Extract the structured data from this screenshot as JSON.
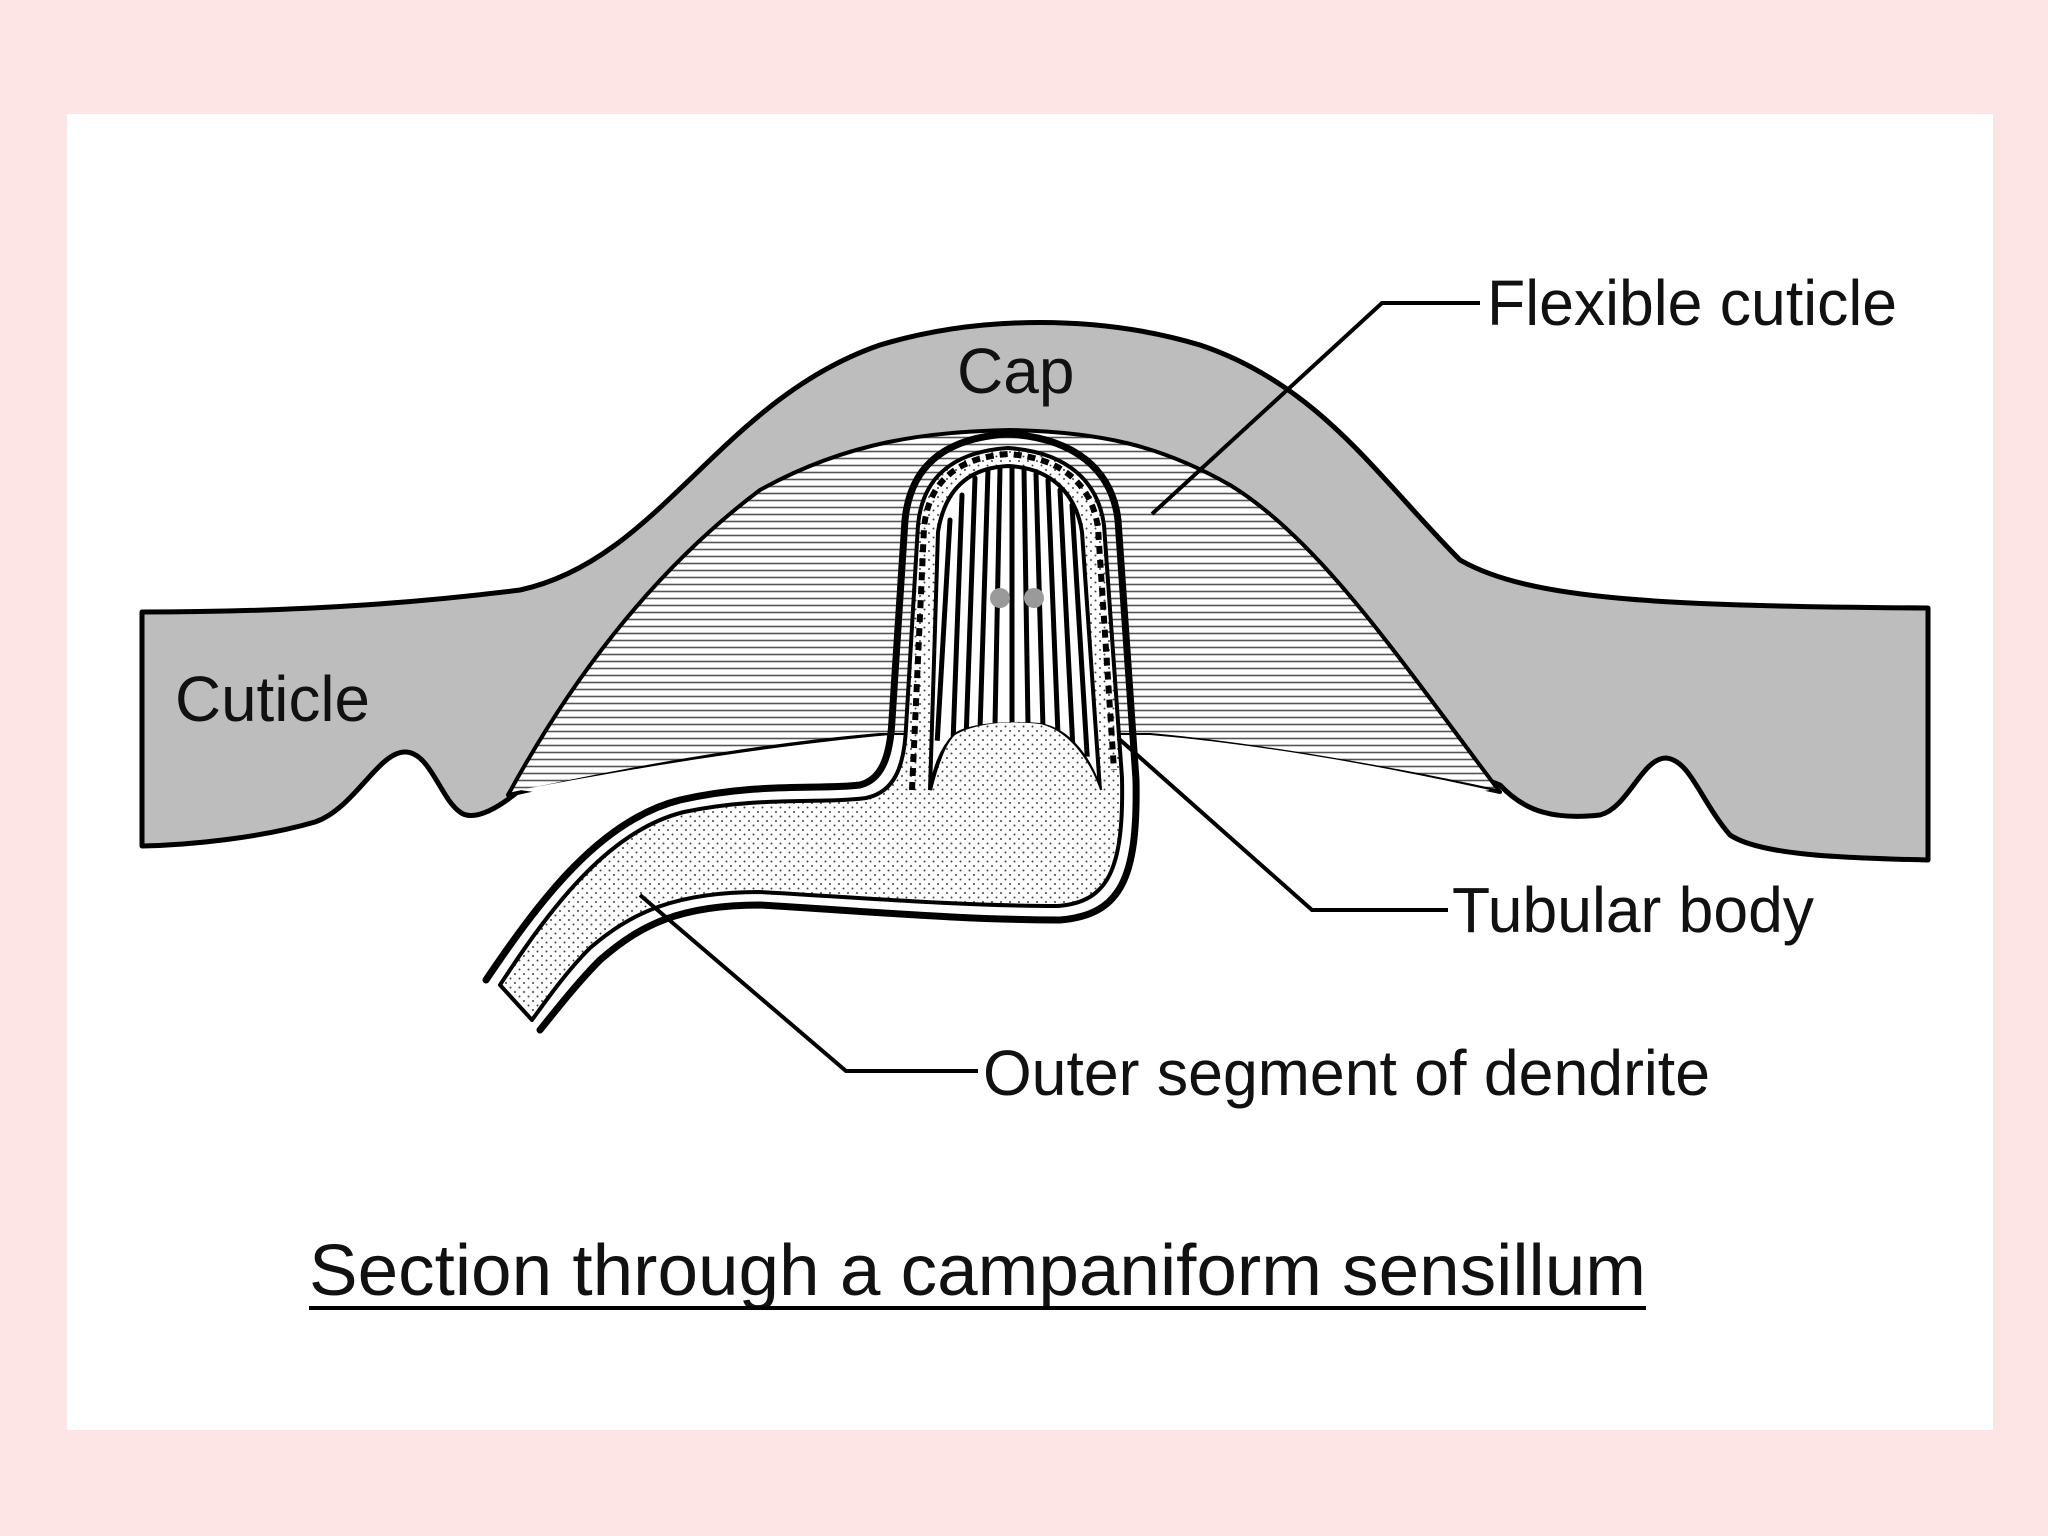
{
  "labels": {
    "flexible_cuticle": "Flexible cuticle",
    "cap": "Cap",
    "cuticle": "Cuticle",
    "tubular_body": "Tubular body",
    "outer_segment": "Outer segment of dendrite"
  },
  "caption": "Section through a campaniform sensillum",
  "colors": {
    "background": "#fde5e5",
    "panel": "#ffffff",
    "cuticle_fill": "#bdbdbd",
    "outline": "#000000"
  }
}
